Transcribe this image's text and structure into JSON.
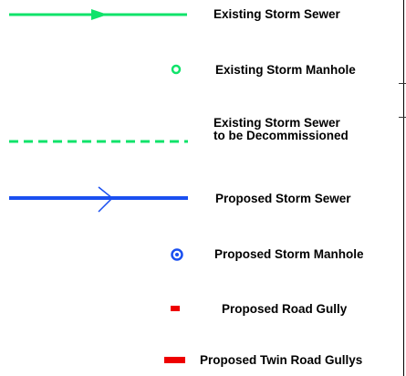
{
  "colors": {
    "existing": "#10e36a",
    "proposed": "#1a4ff0",
    "gully": "#ee0000",
    "text": "#000000"
  },
  "legend": {
    "items": [
      {
        "id": "existing-storm-sewer",
        "symbol": "solid-line-arrow-icon",
        "lines": [
          "Existing Storm Sewer"
        ]
      },
      {
        "id": "existing-storm-manhole",
        "symbol": "hollow-circle-icon",
        "lines": [
          "Existing Storm Manhole"
        ]
      },
      {
        "id": "decommissioned-sewer",
        "symbol": "dashed-line-icon",
        "lines": [
          "Existing Storm Sewer",
          "to be Decommissioned"
        ]
      },
      {
        "id": "proposed-storm-sewer",
        "symbol": "solid-line-chevron-icon",
        "lines": [
          "Proposed Storm Sewer"
        ]
      },
      {
        "id": "proposed-storm-manhole",
        "symbol": "ring-dot-icon",
        "lines": [
          "Proposed Storm Manhole"
        ]
      },
      {
        "id": "proposed-road-gully",
        "symbol": "small-rect-icon",
        "lines": [
          "Proposed Road Gully"
        ]
      },
      {
        "id": "proposed-twin-gullys",
        "symbol": "wide-rect-icon",
        "lines": [
          "Proposed Twin Road Gullys"
        ]
      }
    ]
  }
}
